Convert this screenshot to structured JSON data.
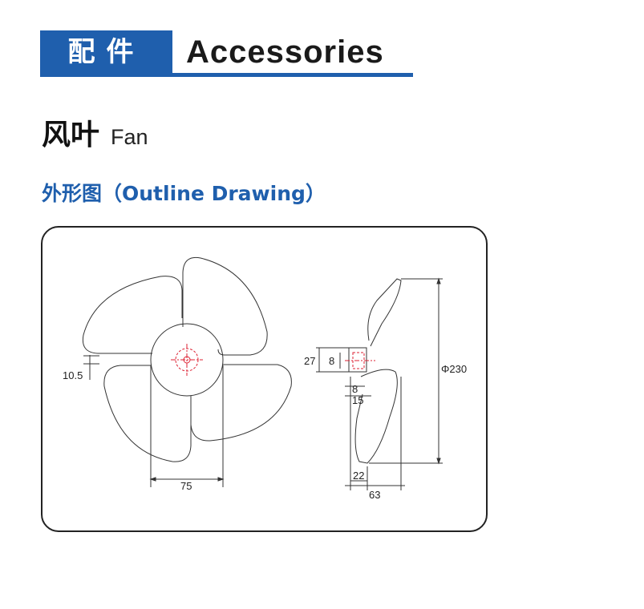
{
  "header": {
    "cn_title": "配件",
    "en_title": "Accessories",
    "accent_color": "#1f5fad"
  },
  "section": {
    "cn_title": "风叶",
    "en_title": "Fan"
  },
  "subsection": {
    "title": "外形图（Outline Drawing）"
  },
  "drawing": {
    "dims": {
      "blade_slot_width": "10.5",
      "hub_diameter": "75",
      "side_dim_27": "27",
      "side_dim_8_left": "8",
      "side_dim_8_bottom": "8",
      "side_dim_15": "15",
      "side_dim_22": "22",
      "side_dim_63": "63",
      "fan_diameter": "Φ230"
    }
  }
}
